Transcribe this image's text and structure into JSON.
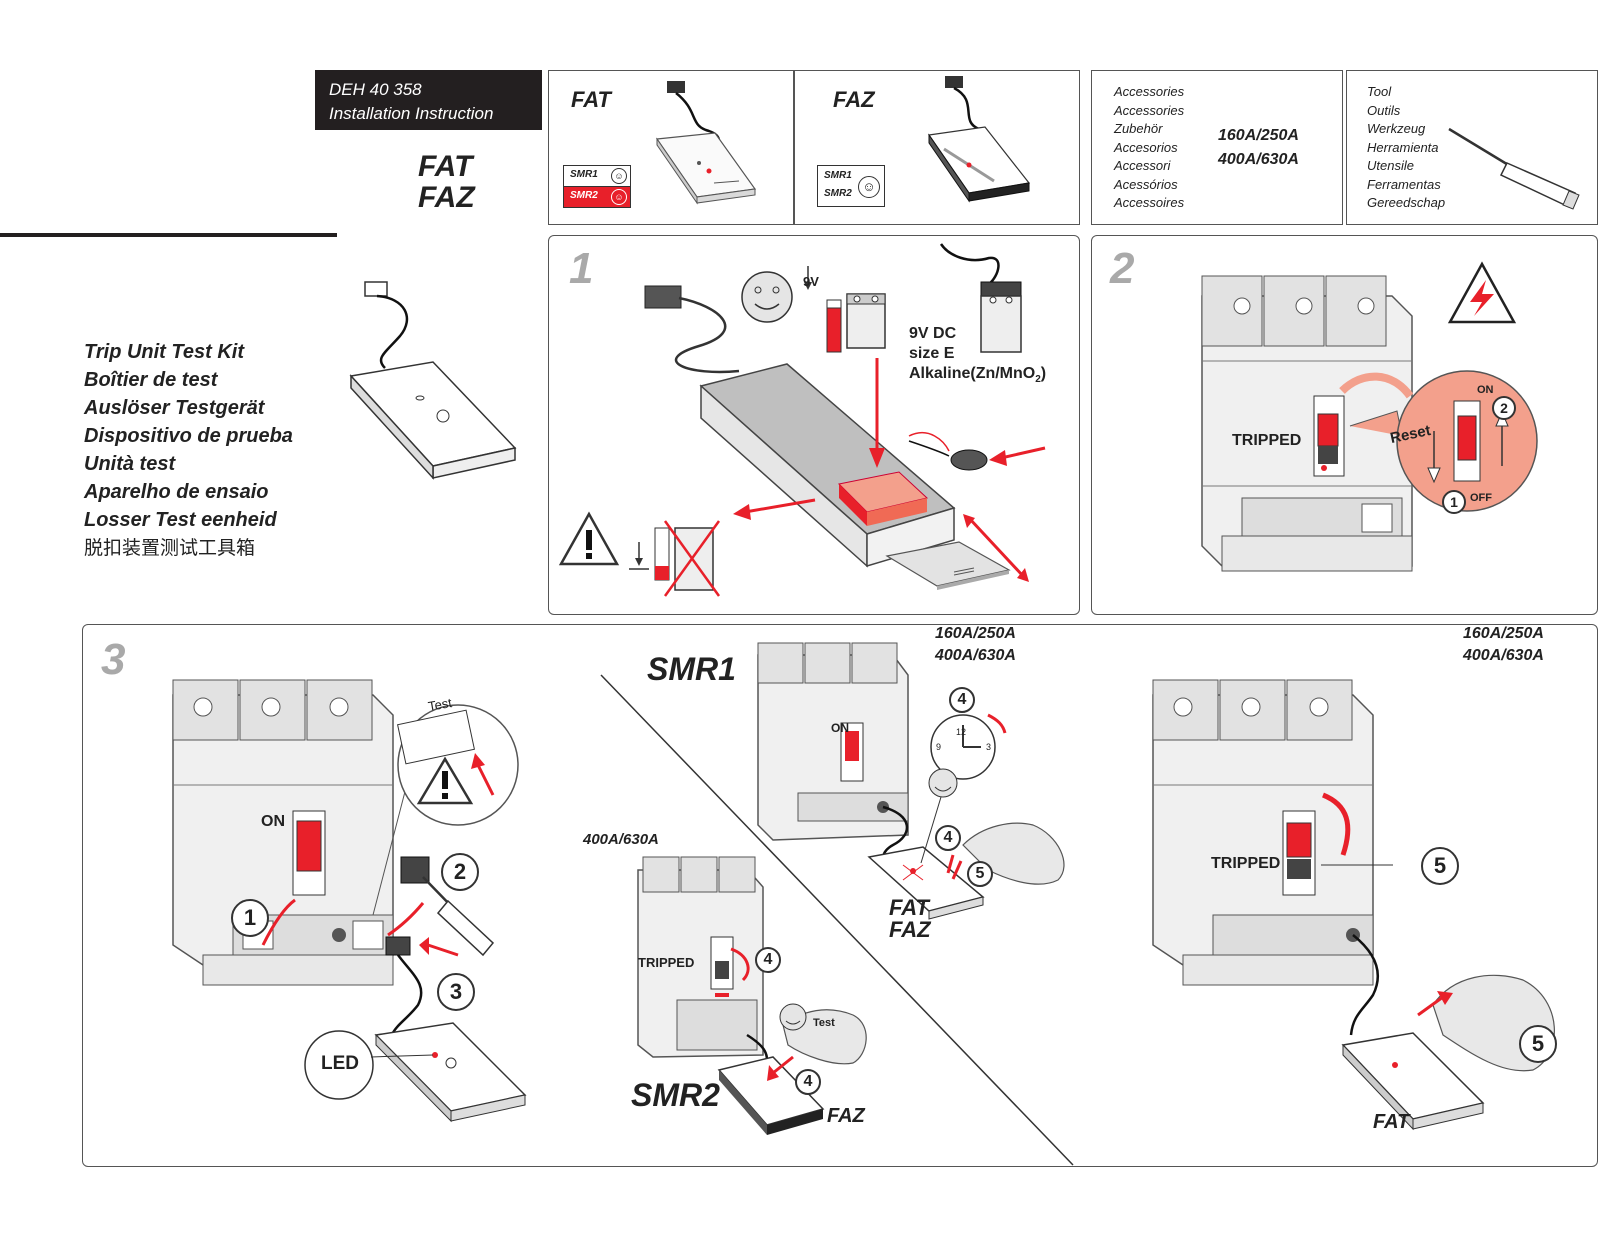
{
  "header": {
    "doc_number": "DEH 40 358",
    "doc_title": "Installation Instruction",
    "product_line1": "FAT",
    "product_line2": "FAZ"
  },
  "products": {
    "fat_label": "FAT",
    "faz_label": "FAZ",
    "fat_badges": [
      "SMR1",
      "SMR2"
    ],
    "faz_badges": [
      "SMR1",
      "SMR2"
    ]
  },
  "accessories": {
    "names": [
      "Accessories",
      "Accessories",
      "Zubehör",
      "Accesorios",
      "Accessori",
      "Acessórios",
      "Accessoires"
    ],
    "ratings": [
      "160A/250A",
      "400A/630A"
    ]
  },
  "tool": {
    "names": [
      "Tool",
      "Outils",
      "Werkzeug",
      "Herramienta",
      "Utensile",
      "Ferramentas",
      "Gereedschap"
    ]
  },
  "title_list": [
    "Trip Unit Test Kit",
    "Boîtier de test",
    "Auslöser Testgerät",
    "Dispositivo de prueba",
    "Unità test",
    "Aparelho de ensaio",
    "Losser Test eenheid",
    "脱扣装置测试工具箱"
  ],
  "step1": {
    "number": "1",
    "voltage_small": "9V",
    "battery_spec_lines": [
      "9V DC",
      "size E",
      "Alkaline(Zn/MnO"
    ],
    "battery_spec_sub": "2",
    "battery_spec_tail": ")"
  },
  "step2": {
    "number": "2",
    "state_label": "TRIPPED",
    "reset_label": "Reset",
    "on_label": "ON",
    "off_label": "OFF",
    "callouts": [
      "1",
      "2"
    ]
  },
  "step3": {
    "number": "3",
    "on_label": "ON",
    "test_label": "Test",
    "led_label": "LED",
    "callouts": [
      "1",
      "2",
      "3"
    ],
    "smr1": {
      "title": "SMR1",
      "ratings": [
        "160A/250A",
        "400A/630A"
      ],
      "on_label": "ON",
      "callouts": [
        "4",
        "4",
        "5"
      ],
      "clock_ticks": [
        "12",
        "3",
        "9"
      ],
      "kit_labels": [
        "FAT",
        "FAZ"
      ]
    },
    "smr2": {
      "rating": "400A/630A",
      "title": "SMR2",
      "state_label": "TRIPPED",
      "test_label": "Test",
      "callouts": [
        "4",
        "4"
      ],
      "kit_label": "FAZ"
    },
    "right": {
      "ratings": [
        "160A/250A",
        "400A/630A"
      ],
      "state_label": "TRIPPED",
      "callouts": [
        "5",
        "5"
      ],
      "kit_label": "FAT"
    }
  },
  "colors": {
    "accent_red": "#e8202a",
    "salmon": "#f3a08c",
    "header_bg": "#231f20",
    "step_number_grey": "#a9a9a9"
  },
  "icons": [
    "warning-icon",
    "electric-hazard-icon",
    "smiley-icon",
    "screwdriver-icon",
    "battery-icon",
    "clock-icon",
    "hand-icon",
    "arrow-icon"
  ]
}
